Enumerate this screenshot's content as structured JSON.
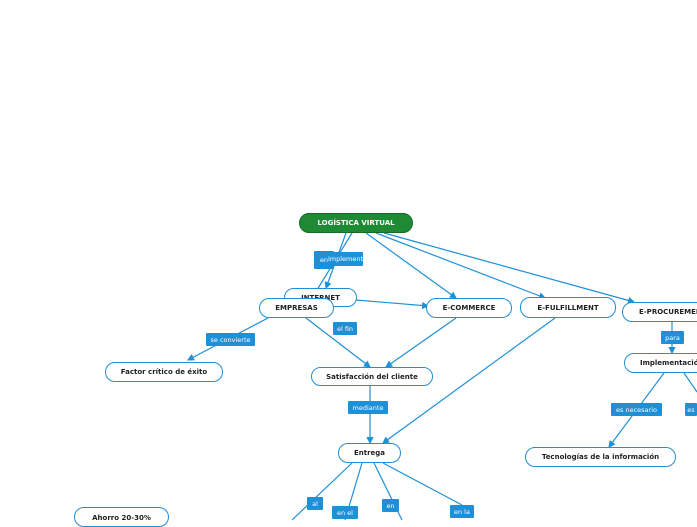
{
  "colors": {
    "root_fill": "#1e8a34",
    "node_border": "#1f8fd6",
    "connector": "#1e90d8",
    "label_fill": "#1e90d8"
  },
  "nodes": {
    "root": "LOGÍSTICA VIRTUAL",
    "internet": "INTERNET",
    "empresas": "EMPRESAS",
    "ecommerce": "E-COMMERCE",
    "efulfillment": "E-FULFILLMENT",
    "eprocurement": "E-PROCUREMENT",
    "factor": "Factor crítico de éxito",
    "satisfaccion": "Satisfacción del cliente",
    "entrega": "Entrega",
    "implementacion": "Implementación",
    "tecnologias": "Tecnologías de la información",
    "ahorro": "Ahorro 20-30%"
  },
  "links": {
    "en": "en",
    "implementa": "implementa",
    "se_convierte": "se convierte",
    "el_fin": "el fin",
    "mediante": "mediante",
    "para": "para",
    "es_necesario": "es necesario",
    "es_partial": "es",
    "al": "al",
    "en_el": "en el",
    "en_2": "en",
    "en_la": "en la"
  }
}
